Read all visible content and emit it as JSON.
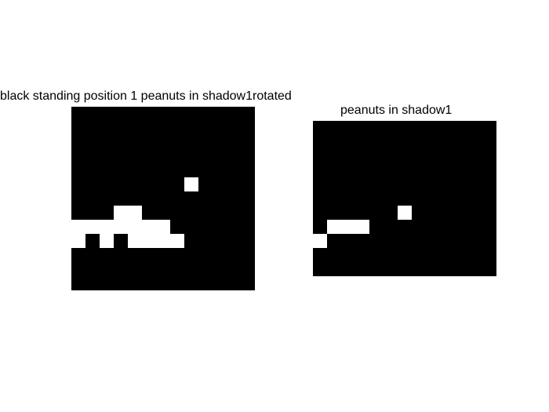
{
  "panels": [
    {
      "title": "black standing position 1 peanuts in shadow1rotated",
      "colors": {
        "on": "#000000",
        "off": "#ffffff"
      },
      "grid": [
        "1111111111111",
        "1111111111111",
        "1111111111111",
        "1111111111111",
        "1111111111111",
        "1111111101111",
        "1111111111111",
        "1110011111111",
        "0000000111111",
        "0101000011111",
        "1111111111111",
        "1111111111111",
        "1111111111111"
      ]
    },
    {
      "title": "peanuts in shadow1",
      "colors": {
        "on": "#000000",
        "off": "#ffffff"
      },
      "grid": [
        "1111111111111",
        "1111111111111",
        "1111111111111",
        "1111111111111",
        "1111111111111",
        "1111111111111",
        "1111110111111",
        "1000111111111",
        "0111111111111",
        "1111111111111",
        "1111111111111"
      ]
    }
  ]
}
